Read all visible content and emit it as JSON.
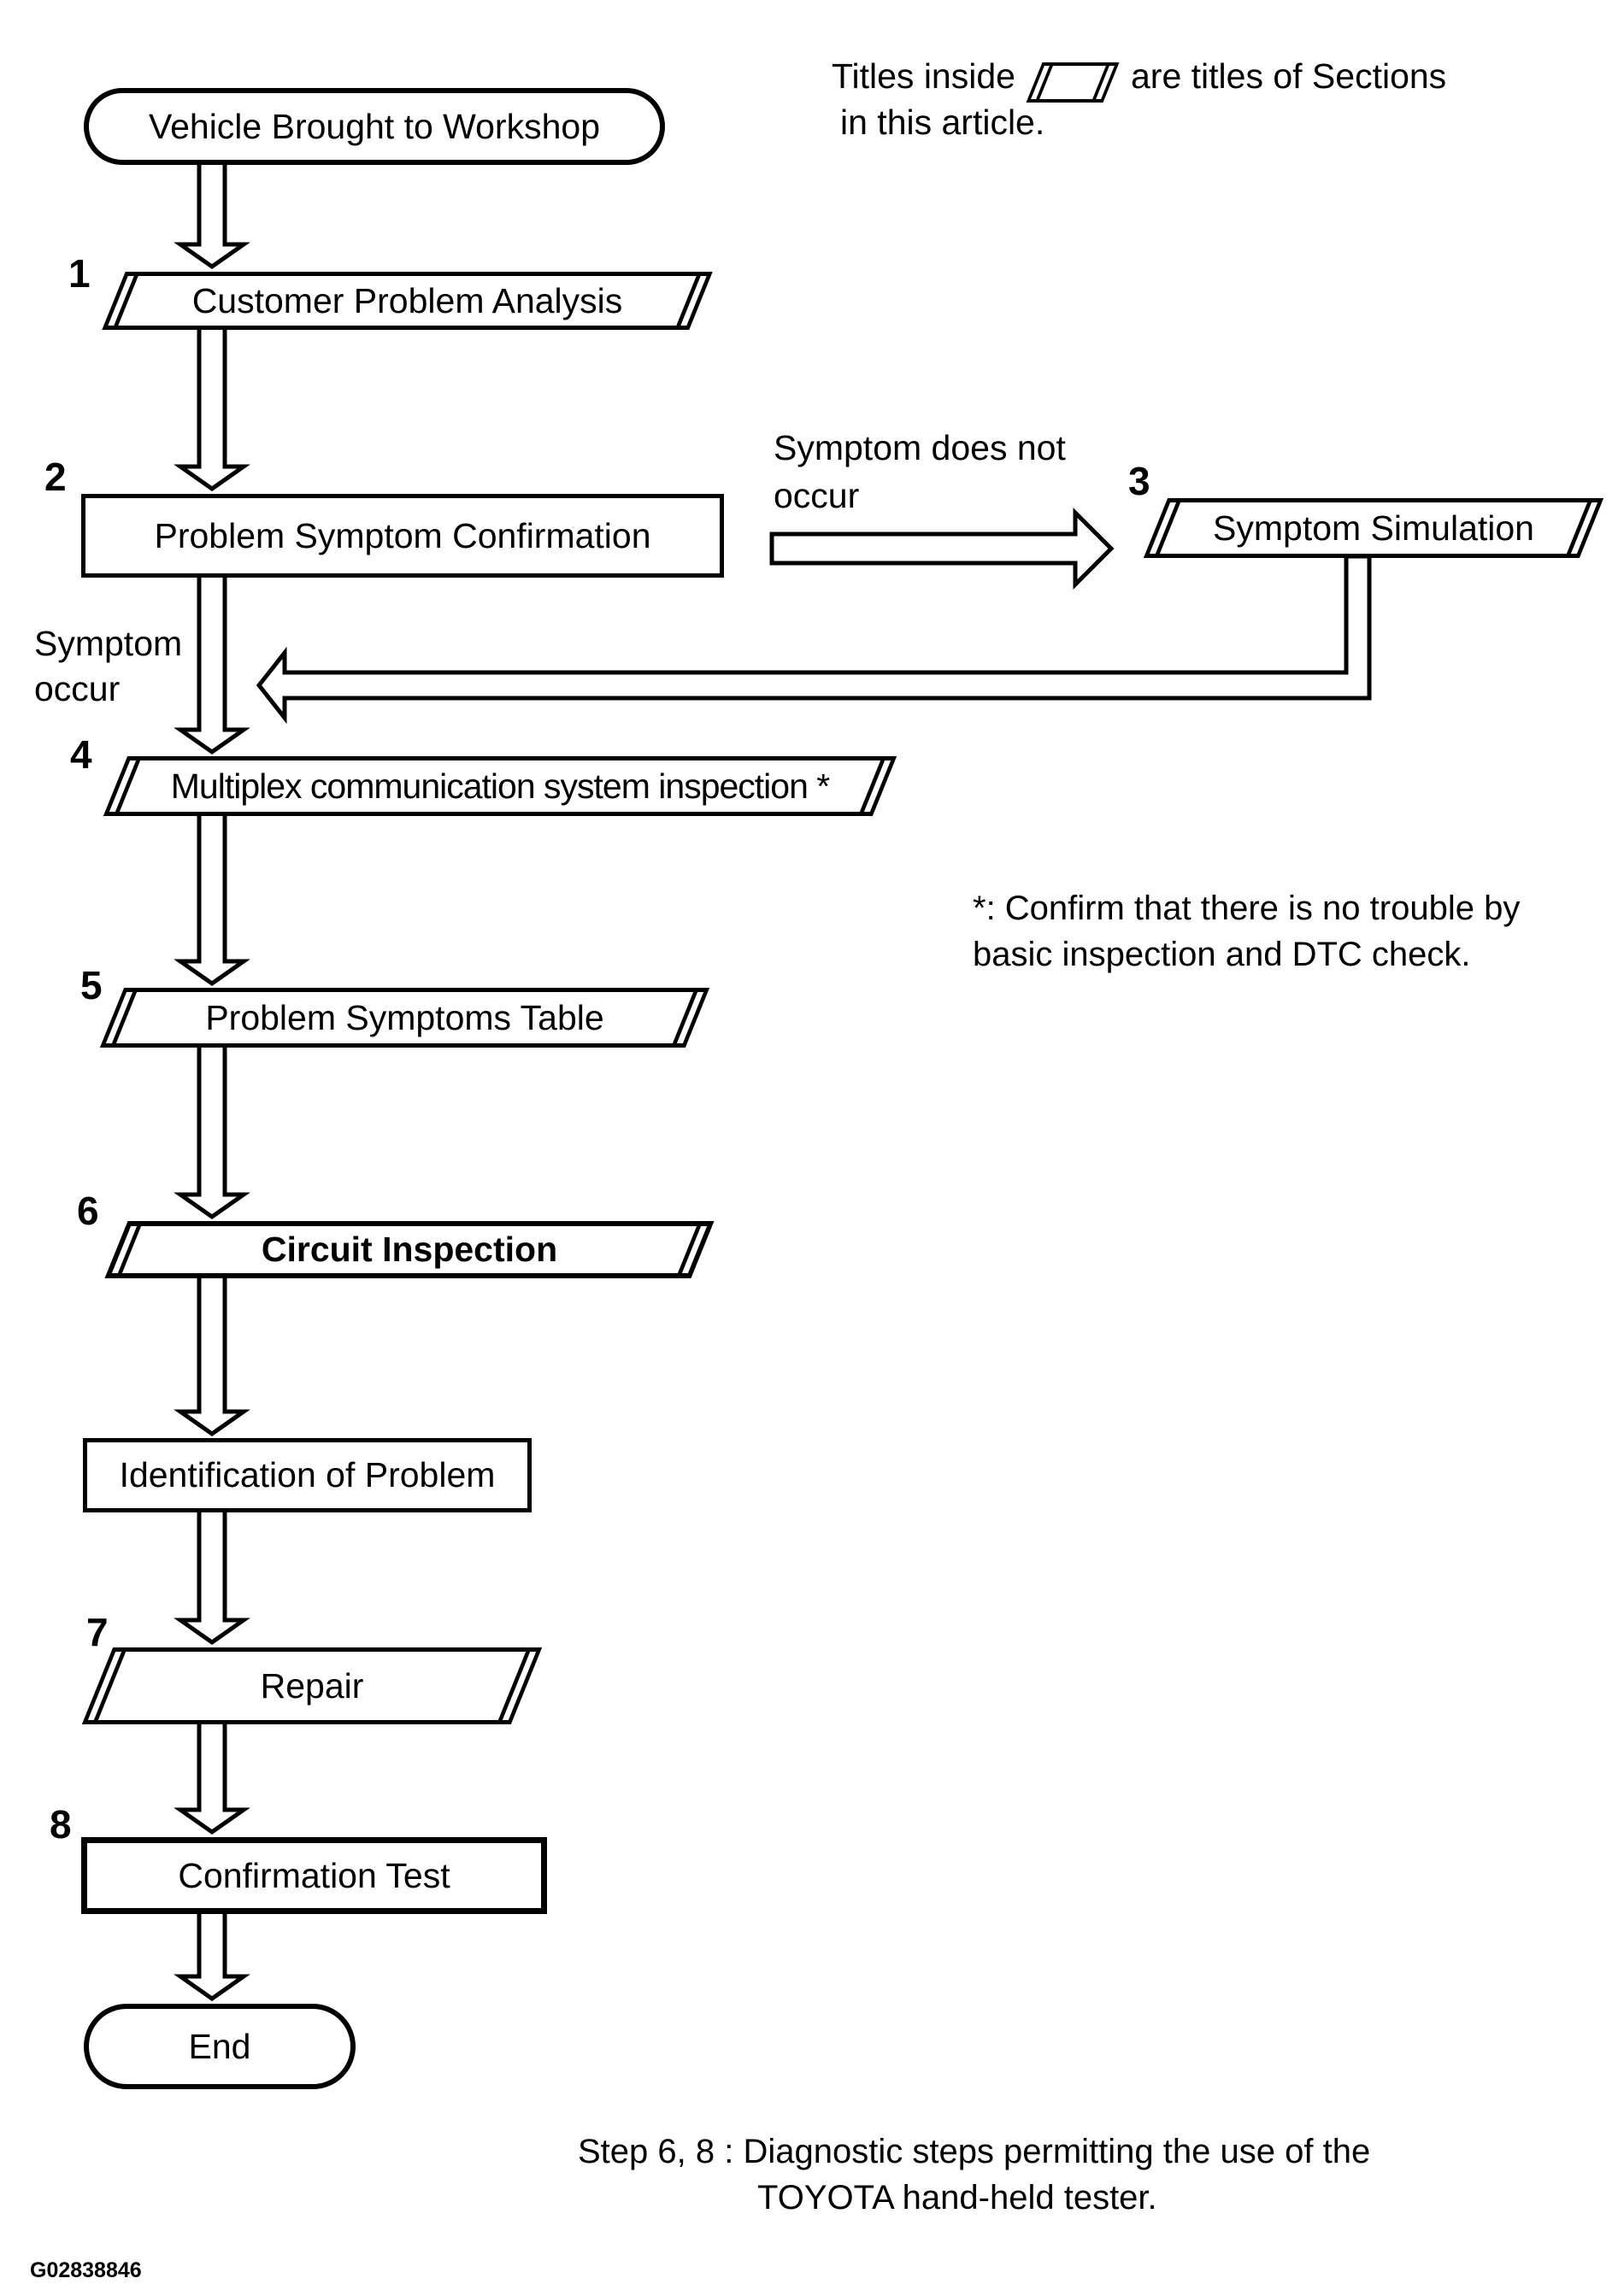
{
  "legend": {
    "text_before_icon": "Titles inside",
    "icon": "section-parallelogram-icon",
    "text_after_icon": "are titles of Sections",
    "line2": "in this article."
  },
  "nodes": {
    "start": {
      "label": "Vehicle Brought to Workshop",
      "shape": "stadium"
    },
    "step1": {
      "number": "1",
      "label": "Customer Problem Analysis",
      "shape": "section-parallelogram"
    },
    "step2": {
      "number": "2",
      "label": "Problem Symptom Confirmation",
      "shape": "rectangle"
    },
    "step3": {
      "number": "3",
      "label": "Symptom Simulation",
      "shape": "section-parallelogram"
    },
    "step4": {
      "number": "4",
      "label": "Multiplex communication system inspection *",
      "shape": "section-parallelogram"
    },
    "step5": {
      "number": "5",
      "label": "Problem Symptoms Table",
      "shape": "section-parallelogram"
    },
    "step6": {
      "number": "6",
      "label": "Circuit Inspection",
      "shape": "section-parallelogram",
      "emphasis": true
    },
    "identification": {
      "label": "Identification of Problem",
      "shape": "rectangle"
    },
    "step7": {
      "number": "7",
      "label": "Repair",
      "shape": "section-parallelogram"
    },
    "step8": {
      "number": "8",
      "label": "Confirmation Test",
      "shape": "rectangle",
      "emphasis": true
    },
    "end": {
      "label": "End",
      "shape": "stadium"
    }
  },
  "edge_labels": {
    "symptom_does_not_occur": [
      "Symptom does not",
      "occur"
    ],
    "symptom_occur": [
      "Symptom",
      "occur"
    ]
  },
  "footnote": {
    "line1": "*: Confirm that there is no trouble by",
    "line2": "basic inspection and DTC check."
  },
  "caption": {
    "line1": "Step 6, 8 : Diagnostic steps permitting the use of the",
    "line2": "TOYOTA hand-held tester."
  },
  "figure_code": "G02838846",
  "colors": {
    "ink": "#000000",
    "paper": "#ffffff"
  }
}
